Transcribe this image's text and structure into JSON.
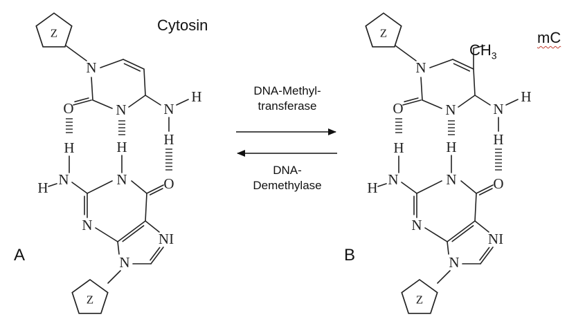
{
  "molecule_a": {
    "panel_letter": "A",
    "name": "Cytosin"
  },
  "molecule_b": {
    "panel_letter": "B",
    "name": "mC",
    "substituent": "CH",
    "substituent_subscript": "3"
  },
  "atoms": {
    "sugar": "Z",
    "nitrogen": "N",
    "nitrogen_alt": "NI",
    "oxygen": "O",
    "hydrogen": "H"
  },
  "forward_reaction": {
    "line1": "DNA-Methyl-",
    "line2": "transferase"
  },
  "reverse_reaction": {
    "line1": "DNA-",
    "line2": "Demethylase"
  }
}
